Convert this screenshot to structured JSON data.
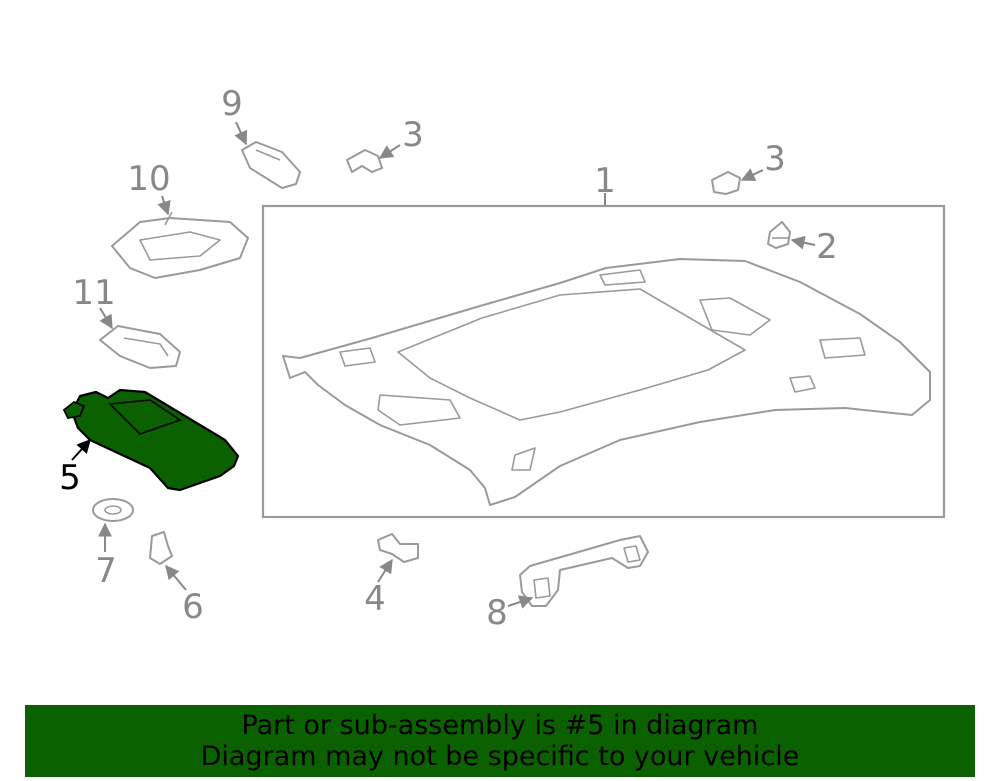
{
  "diagram": {
    "highlight_part": "5",
    "callouts": {
      "c1": "1",
      "c2": "2",
      "c3a": "3",
      "c3b": "3",
      "c4": "4",
      "c5": "5",
      "c6": "6",
      "c7": "7",
      "c8": "8",
      "c9": "9",
      "c10": "10",
      "c11": "11"
    },
    "colors": {
      "line": "#9a9a9a",
      "highlight_fill": "#0b6100",
      "banner": "#0b6100"
    }
  },
  "banner": {
    "line1": "Part or sub-assembly is #5 in diagram",
    "line2": "Diagram may not be specific to your vehicle"
  }
}
